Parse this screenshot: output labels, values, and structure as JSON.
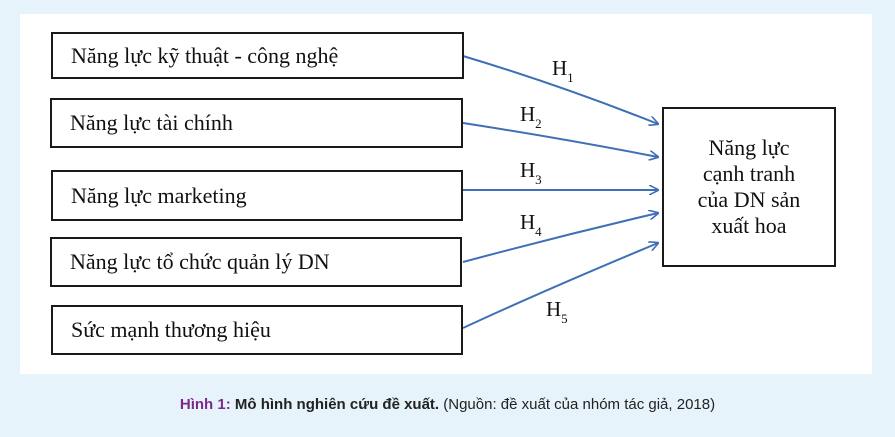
{
  "factors": [
    {
      "label": "Năng lực kỹ thuật - công nghệ",
      "hyp": "H",
      "sub": "1"
    },
    {
      "label": "Năng lực tài chính",
      "hyp": "H",
      "sub": "2"
    },
    {
      "label": "Năng lực marketing",
      "hyp": "H",
      "sub": "3"
    },
    {
      "label": "Năng lực tổ chức quản lý DN",
      "hyp": "H",
      "sub": "4"
    },
    {
      "label": "Sức mạnh thương hiệu",
      "hyp": "H",
      "sub": "5"
    }
  ],
  "outcome": {
    "lines": [
      "Năng lực",
      "cạnh tranh",
      "của DN sản",
      "xuất hoa"
    ]
  },
  "caption": {
    "number": "Hình 1",
    "colon": ": ",
    "title": "Mô hình nghiên cứu đề xuất.",
    "source": " (Nguồn: đề xuất của nhóm tác giả, 2018)"
  },
  "colors": {
    "arrow": "#3f6fb5",
    "page_bg": "#e6f3fb",
    "caption_accent": "#7b2a8a"
  }
}
